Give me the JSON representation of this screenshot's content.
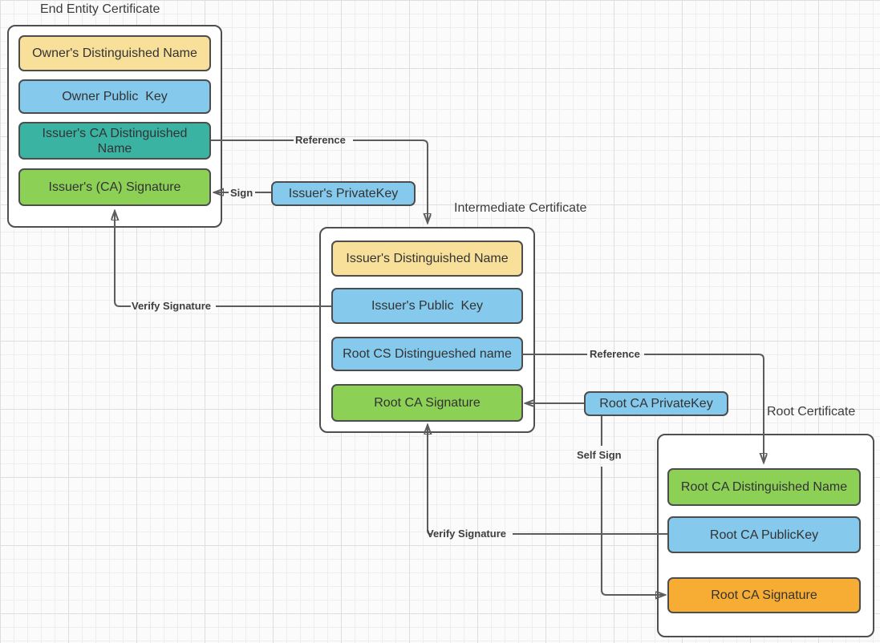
{
  "palette": {
    "yellow": "#f9e09a",
    "blue": "#85c9ec",
    "teal": "#3bb3a2",
    "green": "#8cd056",
    "orange": "#f7ac34",
    "box_border": "#4d4d4d",
    "connector": "#5c5c5c",
    "text": "#333333"
  },
  "certificates": {
    "end_entity": {
      "title": "End Entity Certificate",
      "rows": [
        {
          "label": "Owner's Distinguished Name",
          "color": "yellow"
        },
        {
          "label": "Owner Public  Key",
          "color": "blue"
        },
        {
          "label": "Issuer's CA Distinguished\nName",
          "color": "teal"
        },
        {
          "label": "Issuer's (CA) Signature",
          "color": "green"
        }
      ]
    },
    "intermediate": {
      "title": "Intermediate Certificate",
      "rows": [
        {
          "label": "Issuer's Distinguished Name",
          "color": "yellow"
        },
        {
          "label": "Issuer's Public  Key",
          "color": "blue"
        },
        {
          "label": "Root CS Distingueshed name",
          "color": "blue"
        },
        {
          "label": "Root CA Signature",
          "color": "green"
        }
      ]
    },
    "root": {
      "title": "Root Certificate",
      "rows": [
        {
          "label": "Root CA Distinguished Name",
          "color": "green"
        },
        {
          "label": "Root CA PublicKey",
          "color": "blue"
        },
        {
          "label": "Root CA Signature",
          "color": "orange"
        }
      ]
    }
  },
  "keys": {
    "issuer_private_key": "Issuer's PrivateKey",
    "root_private_key": "Root CA PrivateKey"
  },
  "connectors": {
    "reference1": "Reference",
    "sign": "Sign",
    "verify1": "Verify Signature",
    "reference2": "Reference",
    "self_sign": "Self Sign",
    "verify2": "Verify Signature"
  }
}
